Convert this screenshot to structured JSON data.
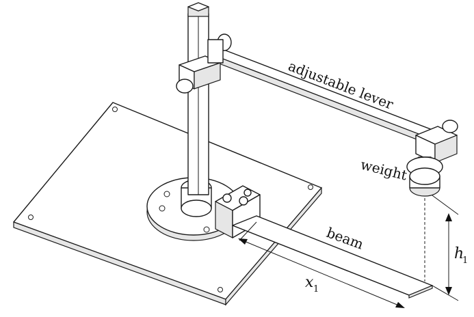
{
  "figure": {
    "labels": {
      "adjustable_lever": "adjustable lever",
      "weight": "weight",
      "beam": "beam",
      "h1_main": "h",
      "h1_sub": "1",
      "x1_main": "x",
      "x1_sub": "1"
    }
  }
}
